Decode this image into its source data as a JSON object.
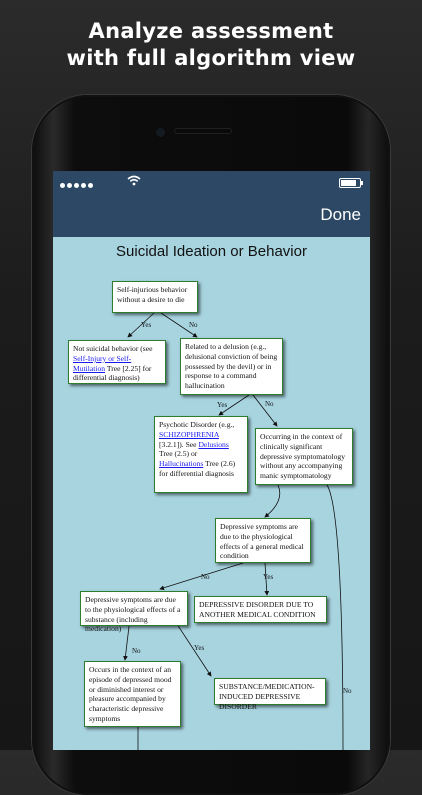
{
  "promo": {
    "line1": "Analyze assessment",
    "line2": "with full algorithm view"
  },
  "status_bar": {
    "signal_icon": "signal-dots-icon",
    "wifi_icon": "wifi-icon",
    "battery_icon": "battery-icon",
    "battery_level": 0.85
  },
  "nav": {
    "done_label": "Done"
  },
  "diagram": {
    "title": "Suicidal Ideation or Behavior",
    "nodes": {
      "n1": {
        "text": "Self-injurious behavior without a desire to die"
      },
      "n2": {
        "pre": "Not suicidal behavior (see ",
        "link1": "Self-Injury or Self-Mutilation",
        "post": " Tree [2.25] for differential diagnosis)"
      },
      "n3": {
        "text": "Related to a delusion (e.g., delusional conviction of being possessed by the devil) or in response to a command hallucination"
      },
      "n4": {
        "pre": "Psychotic Disorder (e.g., ",
        "link1": "SCHIZOPHRENIA",
        "mid1": " [3.2.1]). See ",
        "link2": "Delusions",
        "mid2": " Tree (2.5) or ",
        "link3": "Hallucinations",
        "post": " Tree (2.6) for differential diagnosis"
      },
      "n5": {
        "text": "Occurring in the context of clinically significant depressive symptomatology without any accompanying manic symptomatology"
      },
      "n6": {
        "text": "Depressive symptoms are due to the physiological effects of a general medical condition"
      },
      "n7": {
        "text": "Depressive symptoms are due to the physiological effects of a substance (including medication)"
      },
      "n8": {
        "text": "DEPRESSIVE DISORDER DUE TO ANOTHER MEDICAL CONDITION"
      },
      "n9": {
        "text": "Occurs in the context of an episode of depressed mood or diminished interest or pleasure accompanied by characteristic depressive symptoms"
      },
      "n10": {
        "text": "SUBSTANCE/MEDICATION-INDUCED DEPRESSIVE DISORDER"
      }
    },
    "edge_labels": {
      "yes": "Yes",
      "no": "No"
    }
  }
}
